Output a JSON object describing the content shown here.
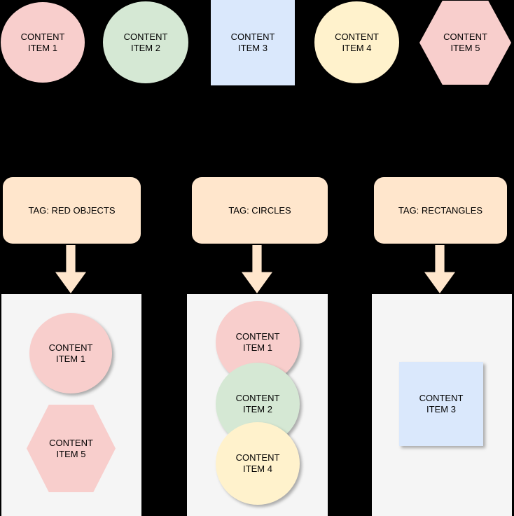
{
  "diagram": {
    "background_color": "#000000",
    "palette": {
      "red": "#f8cecc",
      "green": "#d5e8d4",
      "blue": "#dae8fc",
      "yellow": "#fff2cc",
      "peach": "#ffe6cc",
      "container_gray": "#f5f5f5",
      "text": "#000000"
    },
    "top_items": [
      {
        "label": "CONTENT\nITEM 1",
        "shape": "circle",
        "fill": "#f8cecc"
      },
      {
        "label": "CONTENT\nITEM 2",
        "shape": "circle",
        "fill": "#d5e8d4"
      },
      {
        "label": "CONTENT\nITEM 3",
        "shape": "square",
        "fill": "#dae8fc"
      },
      {
        "label": "CONTENT\nITEM 4",
        "shape": "circle",
        "fill": "#fff2cc"
      },
      {
        "label": "CONTENT\nITEM 5",
        "shape": "hexagon",
        "fill": "#f8cecc"
      }
    ],
    "tags": [
      {
        "label": "TAG: RED OBJECTS",
        "fill": "#ffe6cc"
      },
      {
        "label": "TAG: CIRCLES",
        "fill": "#ffe6cc"
      },
      {
        "label": "TAG: RECTANGLES",
        "fill": "#ffe6cc"
      }
    ],
    "arrows": [
      {
        "name": "down-arrow",
        "fill": "#ffe6cc"
      },
      {
        "name": "down-arrow",
        "fill": "#ffe6cc"
      },
      {
        "name": "down-arrow",
        "fill": "#ffe6cc"
      }
    ],
    "groups": [
      {
        "tag": "TAG: RED OBJECTS",
        "items": [
          {
            "label": "CONTENT\nITEM 1",
            "shape": "circle",
            "fill": "#f8cecc"
          },
          {
            "label": "CONTENT\nITEM 5",
            "shape": "hexagon",
            "fill": "#f8cecc"
          }
        ]
      },
      {
        "tag": "TAG: CIRCLES",
        "items": [
          {
            "label": "CONTENT\nITEM 1",
            "shape": "circle",
            "fill": "#f8cecc"
          },
          {
            "label": "CONTENT\nITEM 2",
            "shape": "circle",
            "fill": "#d5e8d4"
          },
          {
            "label": "CONTENT\nITEM 4",
            "shape": "circle",
            "fill": "#fff2cc"
          }
        ]
      },
      {
        "tag": "TAG: RECTANGLES",
        "items": [
          {
            "label": "CONTENT\nITEM 3",
            "shape": "square",
            "fill": "#dae8fc"
          }
        ]
      }
    ]
  }
}
